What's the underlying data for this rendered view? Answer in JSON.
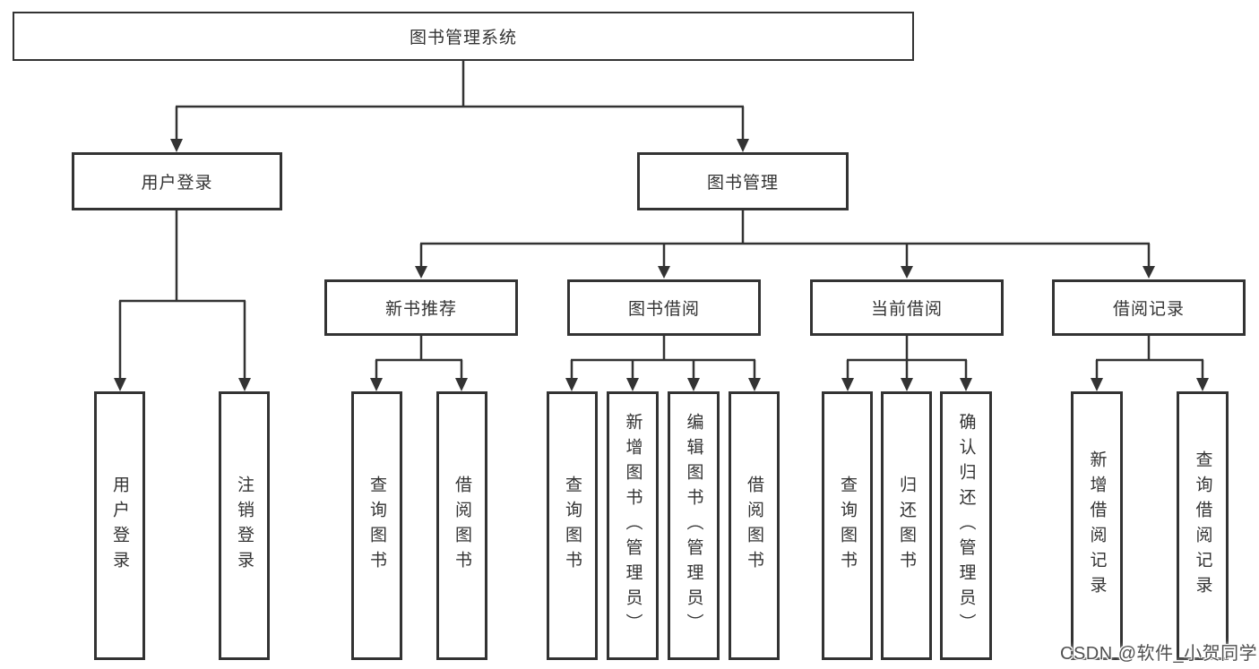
{
  "diagram": {
    "title": "图书管理系统",
    "level2": {
      "user_login": "用户登录",
      "book_management": "图书管理"
    },
    "level3": {
      "new_book_recommend": "新书推荐",
      "book_borrow": "图书借阅",
      "current_borrow": "当前借阅",
      "borrow_records": "借阅记录"
    },
    "leaves": {
      "user_login_leaf": "用户登录",
      "logout": "注销登录",
      "nb_query_books": "查询图书",
      "nb_borrow_books": "借阅图书",
      "bb_query_books": "查询图书",
      "bb_add_books": "新增图书（管理员）",
      "bb_edit_books": "编辑图书（管理员）",
      "bb_borrow_books": "借阅图书",
      "cb_query_books": "查询图书",
      "cb_return_books": "归还图书",
      "cb_confirm_return": "确认归还（管理员）",
      "br_add_record": "新增借阅记录",
      "br_query_record": "查询借阅记录"
    }
  },
  "watermark": {
    "text": "CSDN @软件_小贺同学"
  },
  "colors": {
    "line": "#333333",
    "border": "#333333",
    "text": "#333333",
    "background": "#ffffff",
    "watermark": "#4f4f4f"
  }
}
